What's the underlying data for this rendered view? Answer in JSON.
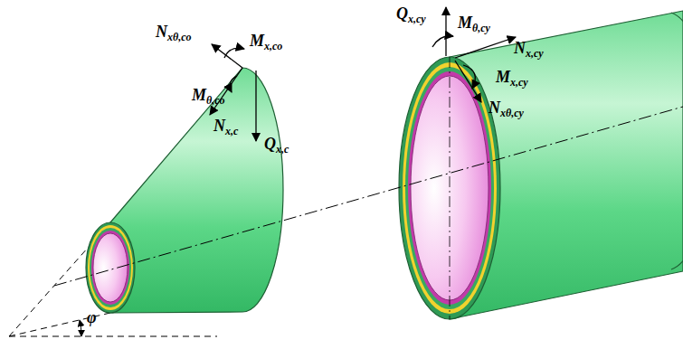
{
  "diagram": {
    "labels": [
      "Qx,cy",
      "Mθ,cy",
      "Nx,cy",
      "Mx,cy",
      "Nxθ,cy",
      "Nxθ,co",
      "Mx,co",
      "Mθ,co",
      "Nx,c",
      "Qx,c",
      "φ"
    ]
  }
}
